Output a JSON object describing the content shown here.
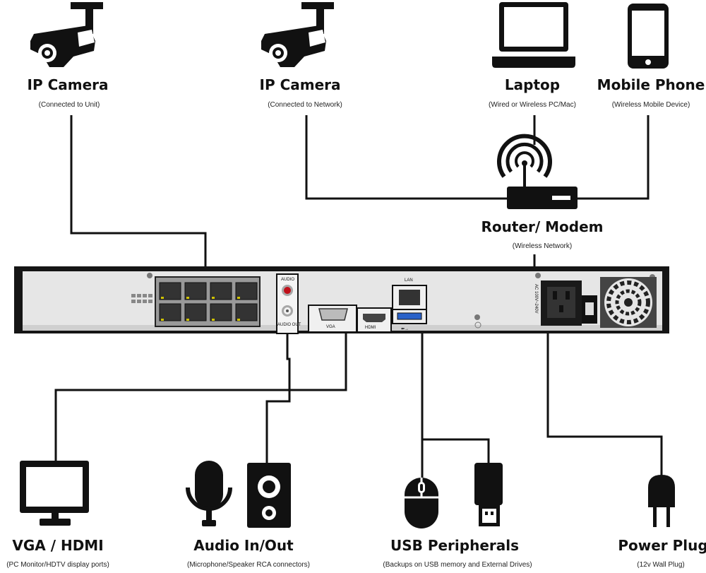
{
  "devices": {
    "ip_camera_unit": {
      "title": "IP Camera",
      "subtitle": "(Connected to Unit)"
    },
    "ip_camera_network": {
      "title": "IP Camera",
      "subtitle": "(Connected to Network)"
    },
    "laptop": {
      "title": "Laptop",
      "subtitle": "(Wired or Wireless PC/Mac)"
    },
    "mobile_phone": {
      "title": "Mobile Phone",
      "subtitle": "(Wireless Mobile Device)"
    },
    "router": {
      "title": "Router/ Modem",
      "subtitle": "(Wireless Network)"
    },
    "vga_hdmi": {
      "title": "VGA / HDMI",
      "subtitle": "(PC Monitor/HDTV display ports)"
    },
    "audio": {
      "title": "Audio In/Out",
      "subtitle": "(Microphone/Speaker RCA connectors)"
    },
    "usb": {
      "title": "USB Peripherals",
      "subtitle": "(Backups on USB memory and External Drives)"
    },
    "power": {
      "title": "Power Plug",
      "subtitle": "(12v Wall Plug)"
    }
  },
  "panel_labels": {
    "audio": "AUDIO",
    "audio_out": "AUDIO OUT",
    "vga": "VGA",
    "hdmi": "HDMI",
    "lan": "LAN",
    "ac": "AC 100V~240V"
  }
}
